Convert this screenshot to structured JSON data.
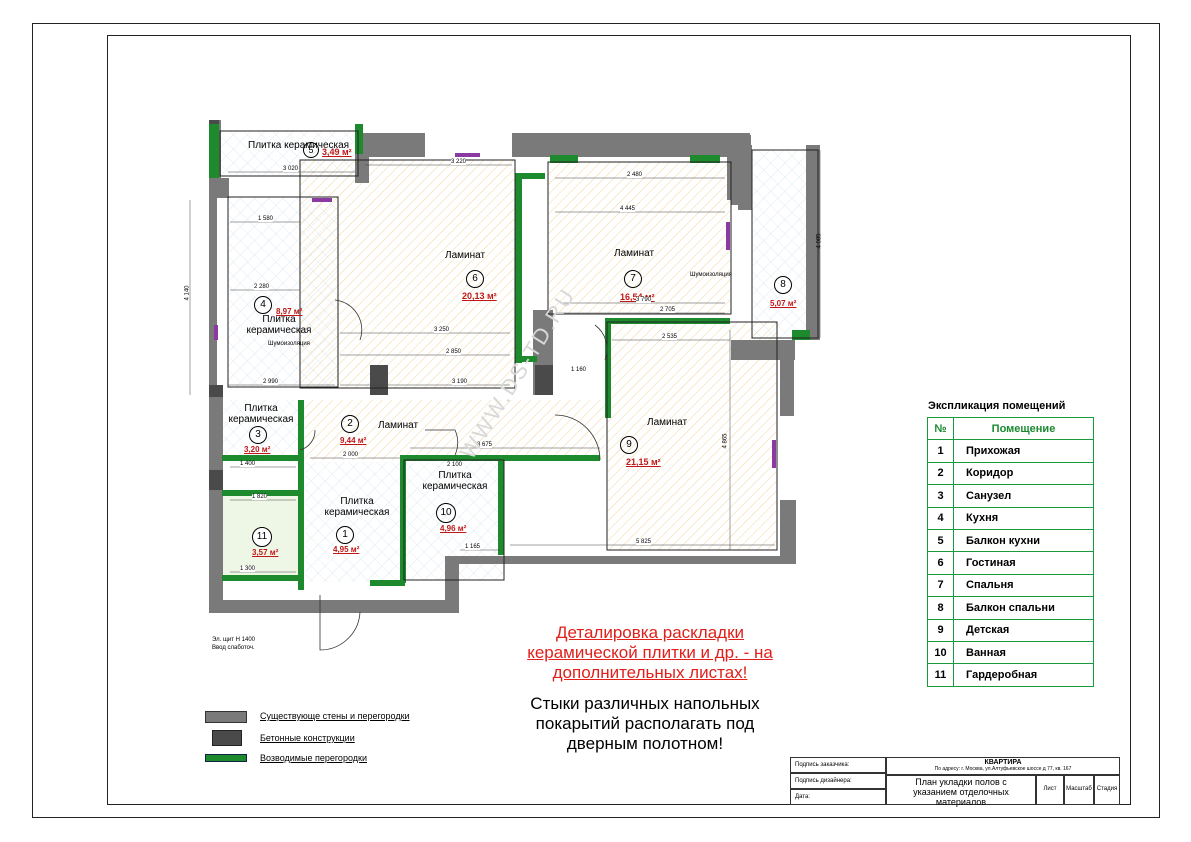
{
  "rooms": [
    {
      "num": "1",
      "material": "Плитка керамическая",
      "area": "4,95 м²"
    },
    {
      "num": "2",
      "material": "Ламинат",
      "area": "9,44 м²"
    },
    {
      "num": "3",
      "material": "Плитка керамическая",
      "area": "3,20 м²"
    },
    {
      "num": "4",
      "material": "Плитка керамическая",
      "area": "8,97 м²"
    },
    {
      "num": "5",
      "material": "Плитка керамическая",
      "area": "3,49 м²"
    },
    {
      "num": "6",
      "material": "Ламинат",
      "area": "20,13 м²"
    },
    {
      "num": "7",
      "material": "Ламинат",
      "area": "16,54 м²"
    },
    {
      "num": "8",
      "material": "",
      "area": "5,07 м²"
    },
    {
      "num": "9",
      "material": "Ламинат",
      "area": "21,15 м²"
    },
    {
      "num": "10",
      "material": "Плитка керамическая",
      "area": "4,96 м²"
    },
    {
      "num": "11",
      "material": "",
      "area": "3,57 м²"
    }
  ],
  "dims": {
    "d3020": "3 020",
    "d3220": "3 220",
    "d2480": "2 480",
    "d4445": "4 445",
    "d1580": "1 580",
    "d2280": "2 280",
    "d3250": "3 250",
    "d2850": "2 850",
    "d3190": "3 190",
    "d2990": "2 990",
    "d2000": "2 000",
    "d3675": "3 675",
    "d5825": "5 825",
    "d2535": "2 535",
    "d1160": "1 160",
    "d1300": "1 300",
    "d1400": "1 400",
    "d1820": "1 820",
    "d2100": "2 100",
    "d1165": "1 165",
    "d3790": "3 790",
    "d2705": "2 705",
    "d4140": "4 140",
    "d4085": "4 085",
    "d4865": "4 865"
  },
  "notes": {
    "shumoizol1": "Шумоизоляция",
    "shumoizol2": "Шумоизоляция",
    "el_shield": "Эл. щит Н 1400",
    "low_current": "Ввод слаботоч.",
    "watermark": "WWW.DS-TD.RU",
    "red_note": "Деталировка раскладки керамической плитки и др. - на дополнительных листах!",
    "black_note": "Стыки различных напольных покарытий располагать под дверным полотном!"
  },
  "legend": [
    {
      "label": "Существующе стены и перегородки",
      "color": "#7a7a7a"
    },
    {
      "label": "Бетонные конструкции",
      "color": "#4a4a4a"
    },
    {
      "label": "Возводимые перегородки",
      "color": "#1e8a2e"
    }
  ],
  "explication": {
    "title": "Экспликация помещений",
    "header_num": "№",
    "header_room": "Помещение",
    "rows": [
      {
        "n": "1",
        "room": "Прихожая"
      },
      {
        "n": "2",
        "room": "Коридор"
      },
      {
        "n": "3",
        "room": "Санузел"
      },
      {
        "n": "4",
        "room": "Кухня"
      },
      {
        "n": "5",
        "room": "Балкон кухни"
      },
      {
        "n": "6",
        "room": "Гостиная"
      },
      {
        "n": "7",
        "room": "Спальня"
      },
      {
        "n": "8",
        "room": "Балкон спальни"
      },
      {
        "n": "9",
        "room": "Детская"
      },
      {
        "n": "10",
        "room": "Ванная"
      },
      {
        "n": "11",
        "room": "Гардеробная"
      }
    ]
  },
  "title_block": {
    "sign_customer": "Подпись заказчика:",
    "sign_designer": "Подпись дизайнера:",
    "date": "Дата:",
    "object": "КВАРТИРА",
    "address": "По адресу: г. Москва, ул.Алтуфьевское шоссе д 77, кв. 167",
    "sheet_title": "План укладки полов с указанием отделочных материалов",
    "sheet": "Лист",
    "scale": "Масштаб",
    "stage": "Стадия"
  },
  "colors": {
    "existing": "#7a7a7a",
    "concrete": "#4a4a4a",
    "new": "#1e8a2e",
    "red": "#e0201a"
  }
}
